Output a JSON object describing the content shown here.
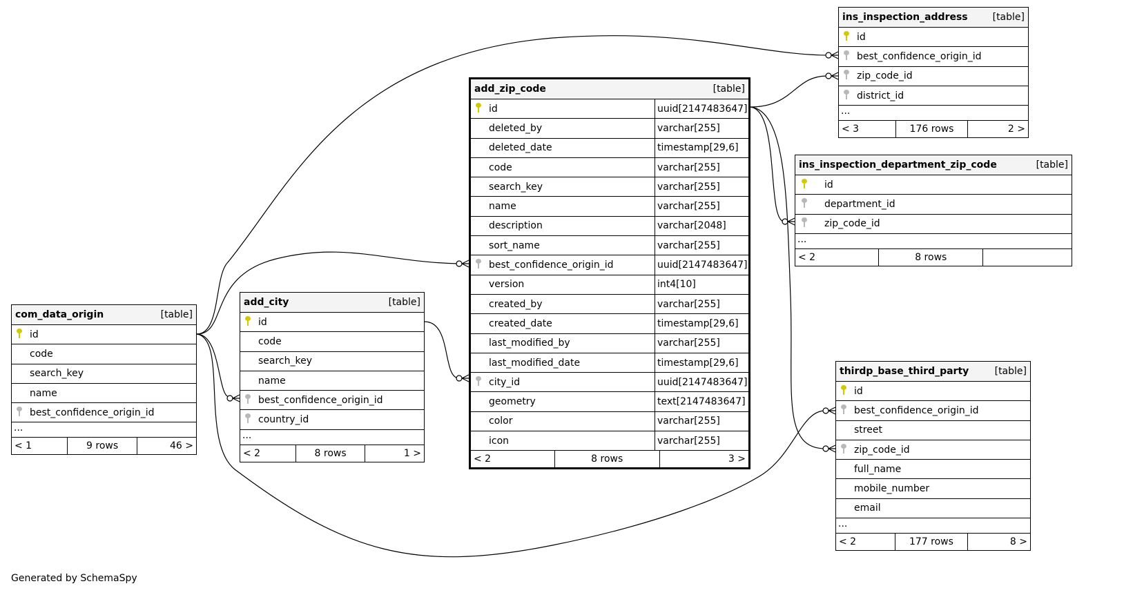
{
  "colors": {
    "primary_key": "#d4c800",
    "foreign_key": "#b8b8b8"
  },
  "footer": "Generated by SchemaSpy",
  "tables": [
    {
      "name": "com_data_origin",
      "kind": "[table]",
      "columns": [
        {
          "name": "id",
          "key": "pk"
        },
        {
          "name": "code"
        },
        {
          "name": "search_key"
        },
        {
          "name": "name"
        },
        {
          "name": "best_confidence_origin_id",
          "key": "fk"
        }
      ],
      "more": "...",
      "parents": "< 1",
      "rows": "9 rows",
      "children": "46 >"
    },
    {
      "name": "add_city",
      "kind": "[table]",
      "columns": [
        {
          "name": "id",
          "key": "pk"
        },
        {
          "name": "code"
        },
        {
          "name": "search_key"
        },
        {
          "name": "name"
        },
        {
          "name": "best_confidence_origin_id",
          "key": "fk"
        },
        {
          "name": "country_id",
          "key": "fk"
        }
      ],
      "more": "...",
      "parents": "< 2",
      "rows": "8 rows",
      "children": "1 >"
    },
    {
      "name": "add_zip_code",
      "kind": "[table]",
      "focus": true,
      "columns": [
        {
          "name": "id",
          "key": "pk",
          "type": "uuid[2147483647]"
        },
        {
          "name": "deleted_by",
          "type": "varchar[255]"
        },
        {
          "name": "deleted_date",
          "type": "timestamp[29,6]"
        },
        {
          "name": "code",
          "type": "varchar[255]"
        },
        {
          "name": "search_key",
          "type": "varchar[255]"
        },
        {
          "name": "name",
          "type": "varchar[255]"
        },
        {
          "name": "description",
          "type": "varchar[2048]"
        },
        {
          "name": "sort_name",
          "type": "varchar[255]"
        },
        {
          "name": "best_confidence_origin_id",
          "key": "fk",
          "type": "uuid[2147483647]"
        },
        {
          "name": "version",
          "type": "int4[10]"
        },
        {
          "name": "created_by",
          "type": "varchar[255]"
        },
        {
          "name": "created_date",
          "type": "timestamp[29,6]"
        },
        {
          "name": "last_modified_by",
          "type": "varchar[255]"
        },
        {
          "name": "last_modified_date",
          "type": "timestamp[29,6]"
        },
        {
          "name": "city_id",
          "key": "fk",
          "type": "uuid[2147483647]"
        },
        {
          "name": "geometry",
          "type": "text[2147483647]"
        },
        {
          "name": "color",
          "type": "varchar[255]"
        },
        {
          "name": "icon",
          "type": "varchar[255]"
        }
      ],
      "parents": "< 2",
      "rows": "8 rows",
      "children": "3 >"
    },
    {
      "name": "ins_inspection_address",
      "kind": "[table]",
      "columns": [
        {
          "name": "id",
          "key": "pk"
        },
        {
          "name": "best_confidence_origin_id",
          "key": "fk"
        },
        {
          "name": "zip_code_id",
          "key": "fk"
        },
        {
          "name": "district_id",
          "key": "fk"
        }
      ],
      "more": "...",
      "parents": "< 3",
      "rows": "176 rows",
      "children": "2 >"
    },
    {
      "name": "ins_inspection_department_zip_code",
      "kind": "[table]",
      "wide": true,
      "columns": [
        {
          "name": "id",
          "key": "pk"
        },
        {
          "name": "department_id",
          "key": "fk"
        },
        {
          "name": "zip_code_id",
          "key": "fk"
        }
      ],
      "more": "...",
      "parents": "< 2",
      "rows": "8 rows",
      "children": ""
    },
    {
      "name": "thirdp_base_third_party",
      "kind": "[table]",
      "columns": [
        {
          "name": "id",
          "key": "pk"
        },
        {
          "name": "best_confidence_origin_id",
          "key": "fk"
        },
        {
          "name": "street"
        },
        {
          "name": "zip_code_id",
          "key": "fk"
        },
        {
          "name": "full_name"
        },
        {
          "name": "mobile_number"
        },
        {
          "name": "email"
        }
      ],
      "more": "...",
      "parents": "< 2",
      "rows": "177 rows",
      "children": "8 >"
    }
  ]
}
